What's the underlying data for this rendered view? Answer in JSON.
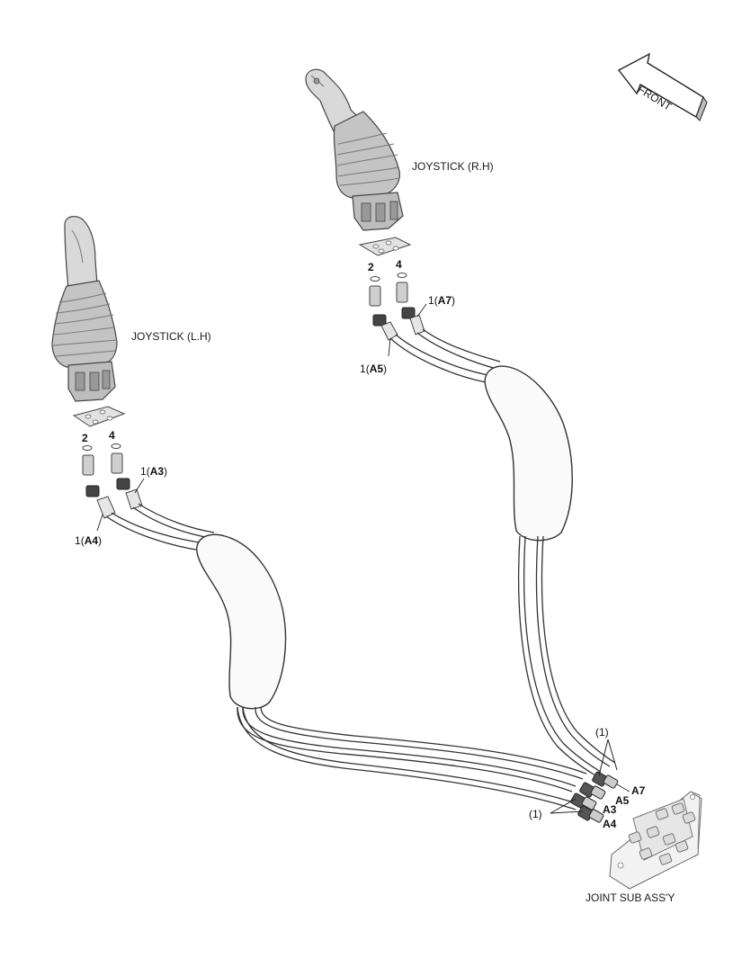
{
  "labels": {
    "front": "FRONT",
    "joystick_rh": "JOYSTICK (R.H)",
    "joystick_lh": "JOYSTICK (L.H)",
    "joint_sub_assy": "JOINT SUB ASS'Y"
  },
  "part_numbers": {
    "rh_2": "2",
    "rh_4": "4",
    "lh_2": "2",
    "lh_4": "4"
  },
  "callouts": {
    "rh_a7_num": "1",
    "rh_a7_port": "A7",
    "rh_a5_num": "1",
    "rh_a5_port": "A5",
    "lh_a3_num": "1",
    "lh_a3_port": "A3",
    "lh_a4_num": "1",
    "lh_a4_port": "A4",
    "joint_upper": "(1)",
    "joint_lower": "(1)"
  },
  "ports": {
    "a7": "A7",
    "a5": "A5",
    "a3": "A3",
    "a4": "A4"
  }
}
